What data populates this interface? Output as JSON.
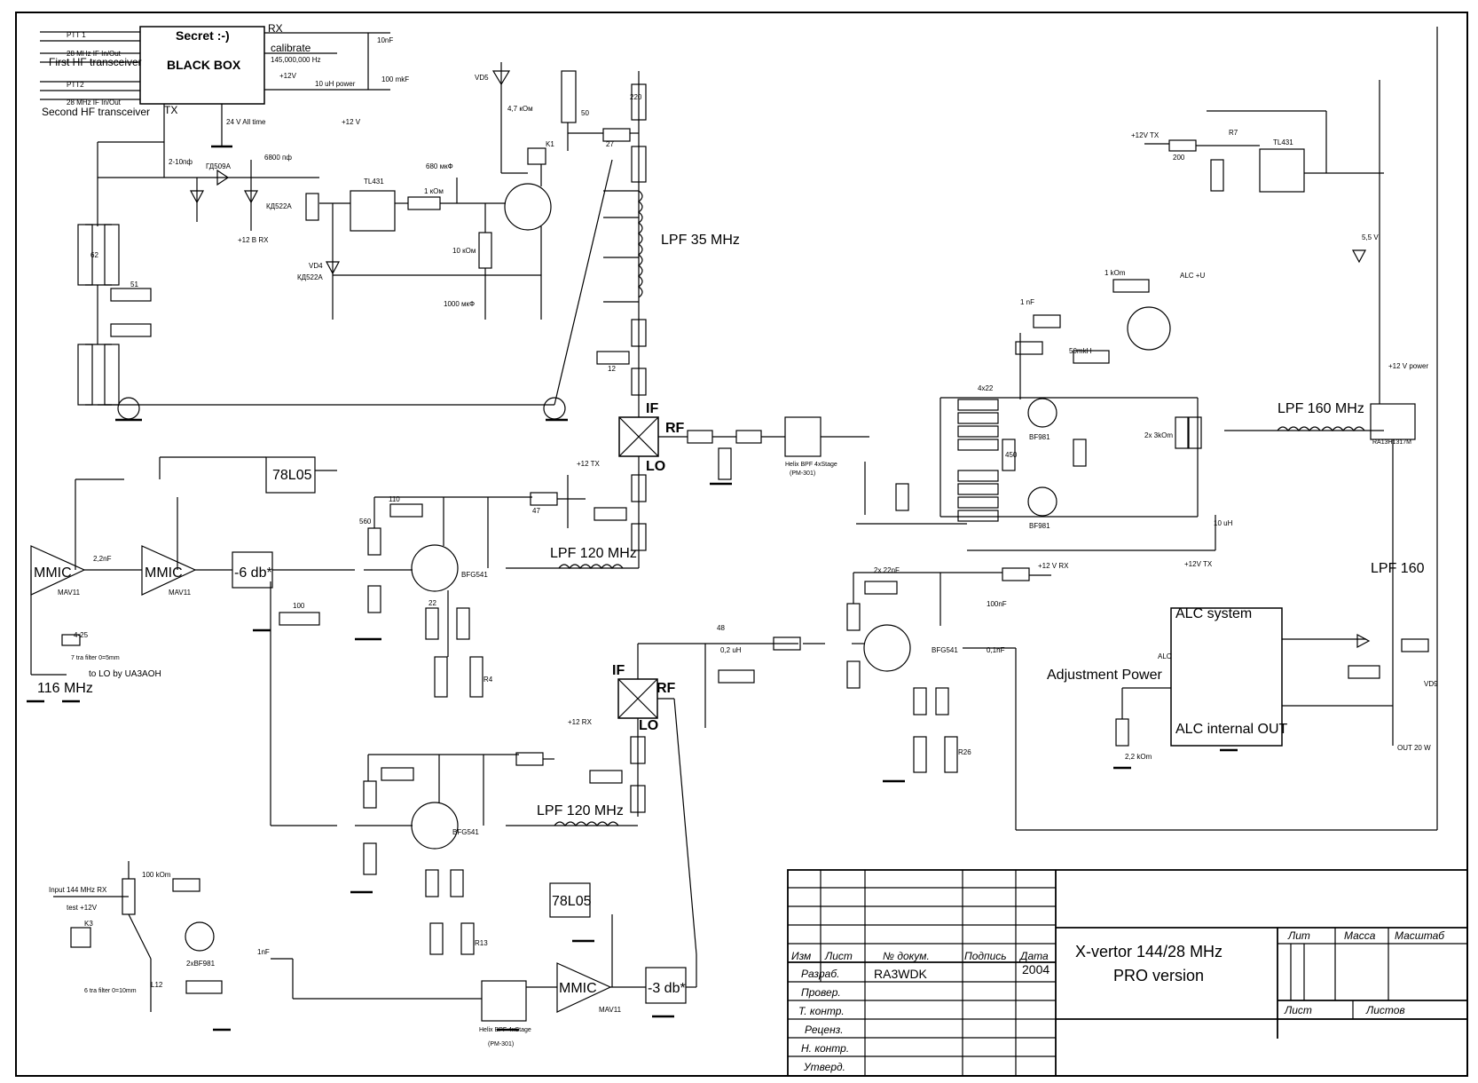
{
  "black_box": {
    "title": "Secret :-)",
    "name": "BLACK BOX",
    "rx": "RX",
    "tx": "TX",
    "calibrate": "calibrate",
    "freq": "145,000,000 Hz",
    "ptt1": "PTT 1",
    "ptt2": "PTT2",
    "if1": "28 MHz IF In/Out",
    "if2": "28 MHz IF In/Out",
    "first": "First HF transceiver",
    "second": "Second HF transceiver",
    "all_time": "24 V All time",
    "coil": "10 uH power",
    "plus12": "+12V",
    "plus12v": "+12 V"
  },
  "labels": {
    "lpf35": "LPF 35 MHz",
    "lpf120a": "LPF 120 MHz",
    "lpf120b": "LPF 120 MHz",
    "lpf160": "LPF 160 MHz",
    "lpf160b": "LPF 160",
    "mmic1": "MMIC",
    "mmic2": "MMIC",
    "mmic3": "MMIC",
    "mav11": "MAV11",
    "att6": "-6 db*",
    "att3": "-3 db*",
    "reg1": "78L05",
    "reg2": "78L05",
    "if_a": "IF",
    "rf_a": "RF",
    "lo_a": "LO",
    "if_b": "IF",
    "rf_b": "RF",
    "lo_b": "LO",
    "lo116": "116 MHz",
    "to_lo": "to LO by UA3AOH",
    "tl431a": "TL431",
    "tl431b": "TL431",
    "alc_system": "ALC system",
    "alc_out": "ALC internal OUT",
    "adj_power": "Adjustment Power",
    "alc": "ALC",
    "alc_plus": "ALC +U",
    "out20": "OUT 20 W",
    "vd5": "VD5",
    "vd4": "VD4",
    "vd9": "VD9",
    "k1": "K1",
    "k3": "K3",
    "r7": "R7",
    "bfg541": "BFG541",
    "bf981": "BF981",
    "bf981x2": "2xBF981",
    "helix": "Helix BPF 4xStage",
    "pm301": "(PM-301)",
    "input144": "Input 144 MHz RX",
    "test12": "test +12V",
    "plus12rx": "+12 RX",
    "plus12tx": "+12V TX",
    "plus12tx2": "+12 TX",
    "plus12vrx": "+12 V RX",
    "plus12vtx": "+12V TX",
    "plus12power": "+12 V power",
    "ra13h": "RA13H1317M",
    "kd522a": "КД522А",
    "gd509a": "ГД509А",
    "brx": "+12 В RX",
    "l12": "L12",
    "r13": "R13",
    "r4": "R4",
    "r26": "R26",
    "tr_fil": "7 tra filter 0=5mm",
    "tr_fil2": "6 tra filter 0=10mm"
  },
  "values": [
    "10nF",
    "100 mkF",
    "4,7 кОм",
    "50",
    "220",
    "27",
    "12",
    "62",
    "51",
    "2-10пф",
    "6800 пф",
    "680 мкФ",
    "1 кОм",
    "10 кОм",
    "1000 мкФ",
    "2,2nF",
    "110",
    "560",
    "22",
    "100",
    "47",
    "0,2 uH",
    "48",
    "2x 22nF",
    "100nF",
    "0,1nF",
    "1 nF",
    "1 kOm",
    "50mkH",
    "4x22",
    "450",
    "2x 3kOm",
    "10 uH",
    "5,5 V",
    "2,2 kOm",
    "100 kOm",
    "200",
    "4-25",
    "1nF"
  ],
  "title_block": {
    "headers": [
      "Изм",
      "Лист",
      "№ докум.",
      "Подпись",
      "Дата"
    ],
    "rows": [
      "Разраб.",
      "Провер.",
      "Т. контр.",
      "Реценз.",
      "Н. контр.",
      "Утверд."
    ],
    "author": "RA3WDK",
    "year": "2004",
    "title1": "X-vertor 144/28 MHz",
    "title2": "PRO version",
    "lit": "Лит",
    "massa": "Масса",
    "masshtab": "Масштаб",
    "list": "Лист",
    "listov": "Листов"
  }
}
